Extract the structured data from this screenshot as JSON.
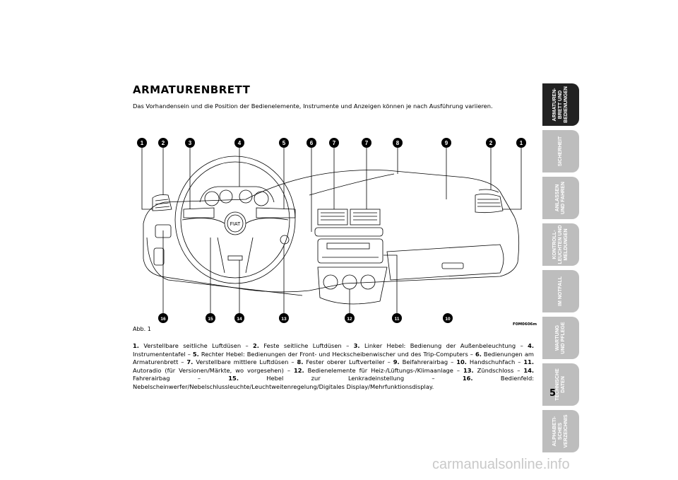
{
  "header": {
    "title": "ARMATURENBRETT",
    "intro": "Das Vorhandensein und die Position der Bedienelemente, Instrumente und Anzeigen können je nach Ausführung variieren."
  },
  "figure": {
    "caption": "Abb. 1",
    "image_id": "F0M0606m",
    "callouts_top": [
      "1",
      "2",
      "3",
      "4",
      "5",
      "6",
      "7",
      "7",
      "8",
      "9",
      "2",
      "1"
    ],
    "callouts_bottom": [
      "16",
      "15",
      "14",
      "13",
      "12",
      "11",
      "10"
    ],
    "logo": "FIAT"
  },
  "legend": [
    {
      "n": "1.",
      "t": "Verstellbare seitliche Luftdüsen –"
    },
    {
      "n": "2.",
      "t": "Feste seitliche Luftdüsen –"
    },
    {
      "n": "3.",
      "t": "Linker Hebel: Bedienung der Außenbeleuchtung –"
    },
    {
      "n": "4.",
      "t": "Instrumententafel –"
    },
    {
      "n": "5.",
      "t": "Rechter Hebel: Bedienungen der Front- und Heckscheibenwischer und des Trip-Computers –"
    },
    {
      "n": "6.",
      "t": "Bedienungen am Armaturenbrett –"
    },
    {
      "n": "7.",
      "t": "Verstellbare mittlere Luftdüsen –"
    },
    {
      "n": "8.",
      "t": "Fester oberer Luftverteiler –"
    },
    {
      "n": "9.",
      "t": "Beifahrerairbag –"
    },
    {
      "n": "10.",
      "t": "Handschuhfach –"
    },
    {
      "n": "11.",
      "t": "Autoradio (für Versionen/Märkte, wo vorgesehen) –"
    },
    {
      "n": "12.",
      "t": "Bedienelemente für Heiz-/Lüftungs-/Klimaanlage –"
    },
    {
      "n": "13.",
      "t": "Zündschloss –"
    },
    {
      "n": "14.",
      "t": "Fahrerairbag –"
    },
    {
      "n": "15.",
      "t": "Hebel zur Lenkradeinstellung –"
    },
    {
      "n": "16.",
      "t": "Bedienfeld: Nebelscheinwerfer/Nebelschlussleuchte/Leuchtweitenregelung/Digitales Display/Mehrfunktionsdisplay."
    }
  ],
  "page_number": "5",
  "side_tabs": [
    {
      "label": "ARMATUREN-\nBRETT UND\nBEDIENUNGEN",
      "active": true
    },
    {
      "label": "SICHERHEIT",
      "active": false
    },
    {
      "label": "ANLASSEN\nUND FAHREN",
      "active": false
    },
    {
      "label": "KONTROLL-\nLEUCHTEN UND\nMELDUNGEN",
      "active": false
    },
    {
      "label": "IM NOTFALL",
      "active": false
    },
    {
      "label": "WARTUNG\nUND PFLEGE",
      "active": false
    },
    {
      "label": "TECHNISCHE\nDATEN",
      "active": false
    },
    {
      "label": "ALPHABETI-\nSCHES\nVERZEICHNIS",
      "active": false
    }
  ],
  "watermark": "carmanualsonline.info"
}
